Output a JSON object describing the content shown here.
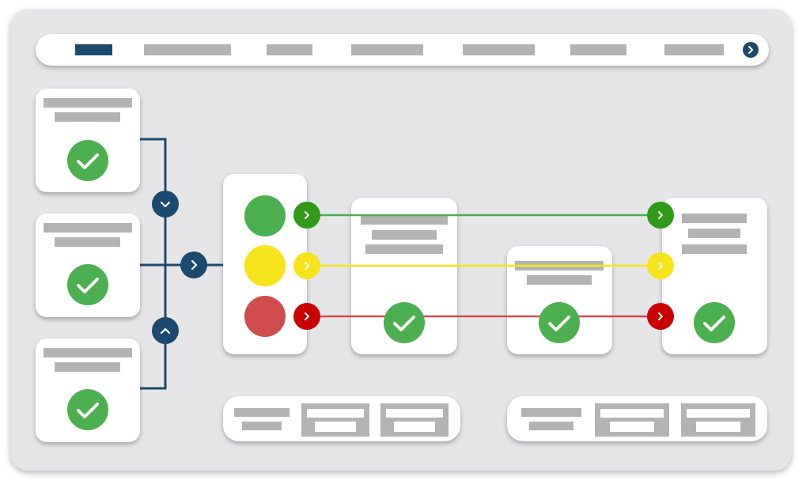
{
  "colors": {
    "background": "#e6e6e8",
    "card": "#ffffff",
    "placeholder_bar": "#b3b3b3",
    "navy": "#1c4a6e",
    "success_green": "#4caf50",
    "status_green": "#2e9a17",
    "status_yellow": "#f5e41b",
    "status_red": "#c80000",
    "light_red": "#d04c4c"
  },
  "nav": {
    "items": [
      "active-tab",
      "tab-2",
      "tab-3",
      "tab-4",
      "tab-5",
      "tab-6",
      "tab-7"
    ],
    "next_icon": "chevron-right-icon"
  },
  "sources": [
    {
      "status": "complete",
      "icon": "check-circle-icon"
    },
    {
      "status": "complete",
      "icon": "check-circle-icon"
    },
    {
      "status": "complete",
      "icon": "check-circle-icon"
    }
  ],
  "connectors": {
    "merge_down_icon": "chevron-down-icon",
    "merge_up_icon": "chevron-up-icon",
    "merge_right_icon": "chevron-right-icon"
  },
  "traffic_light": [
    "green",
    "yellow",
    "red"
  ],
  "stages": [
    {
      "status": "complete",
      "icon": "check-circle-icon"
    },
    {
      "status": "complete",
      "icon": "check-circle-icon"
    },
    {
      "status": "complete",
      "icon": "check-circle-icon"
    }
  ],
  "footer_panels": [
    {
      "controls": 2
    },
    {
      "controls": 2
    }
  ]
}
